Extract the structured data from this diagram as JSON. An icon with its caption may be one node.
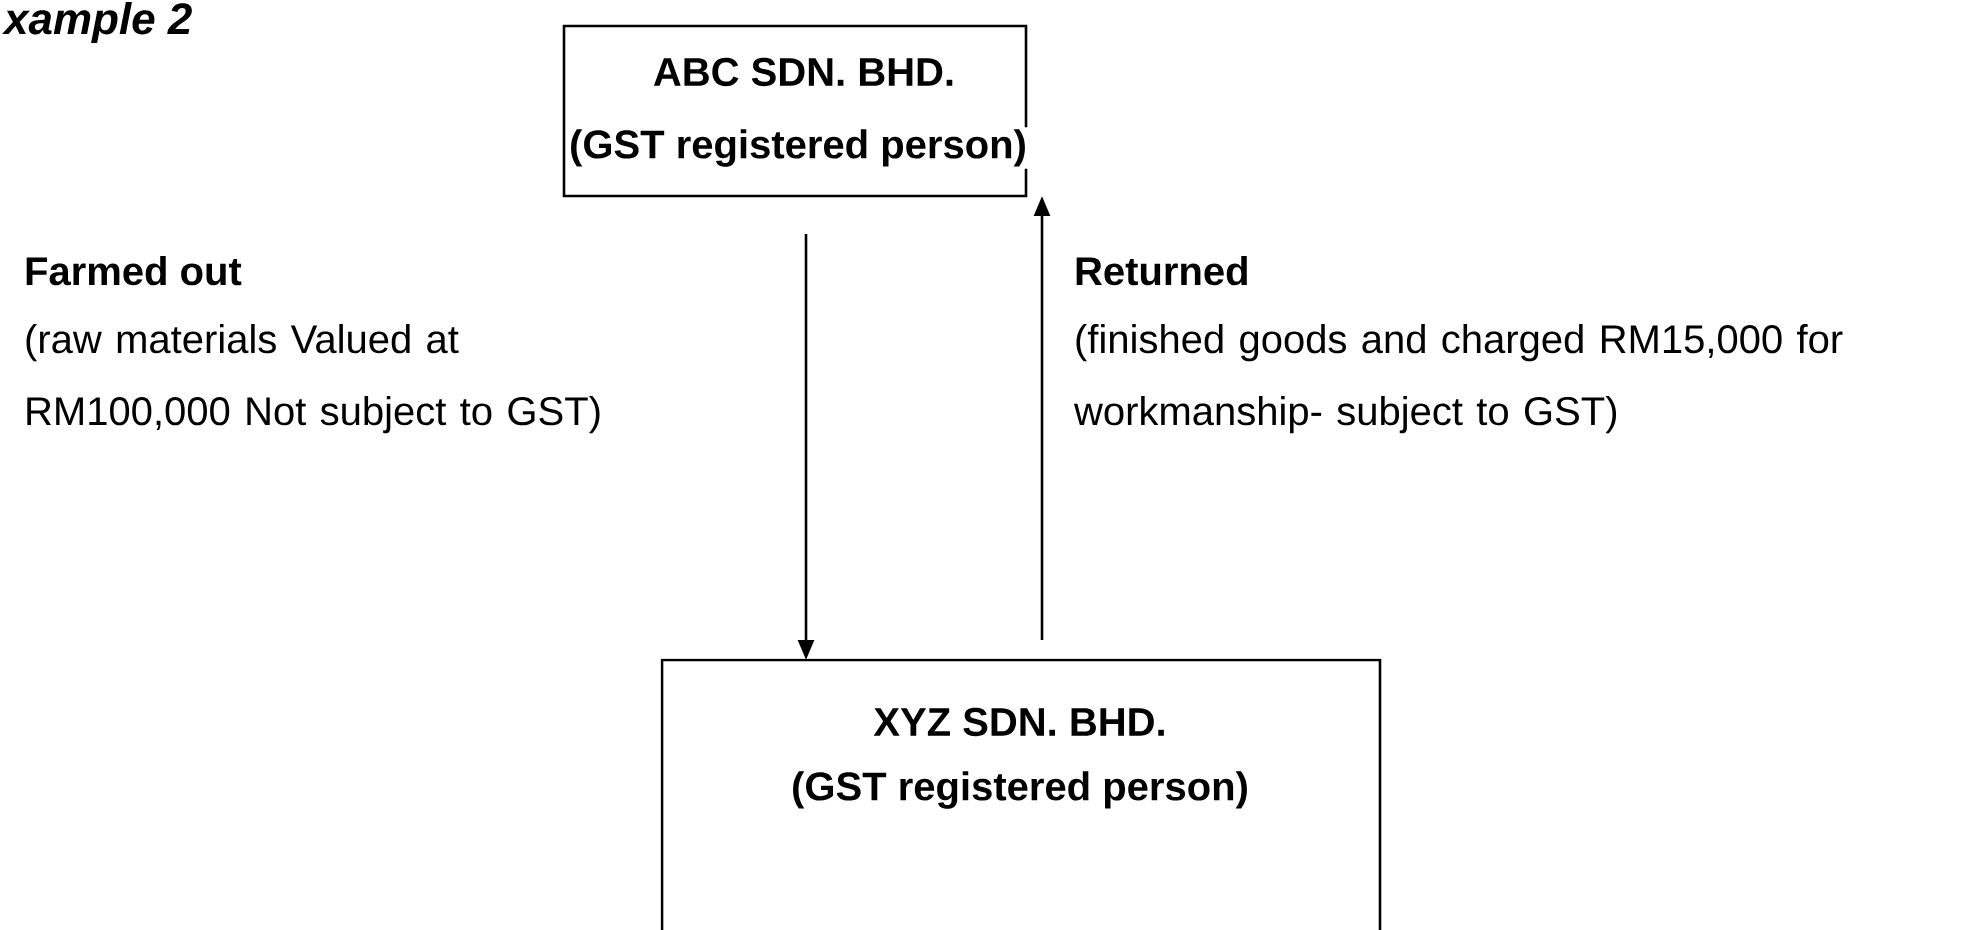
{
  "diagram": {
    "title": "xample 2",
    "nodes": [
      {
        "text": [
          "ABC SDN. BHD.",
          "(GST registered person)"
        ]
      },
      {
        "text": [
          "XYZ SDN. BHD.",
          "(GST registered person)"
        ]
      }
    ],
    "edges": [
      {
        "from": 0,
        "to": 1,
        "arrow": "to"
      },
      {
        "from": 1,
        "to": 0,
        "arrow": "to"
      }
    ],
    "labels": [
      "Farmed out",
      "(raw materials Valued at RM100,000 Not subject to GST)",
      "Returned",
      "(finished goods and charged RM15,000 for workmanship- subject to GST)"
    ]
  }
}
